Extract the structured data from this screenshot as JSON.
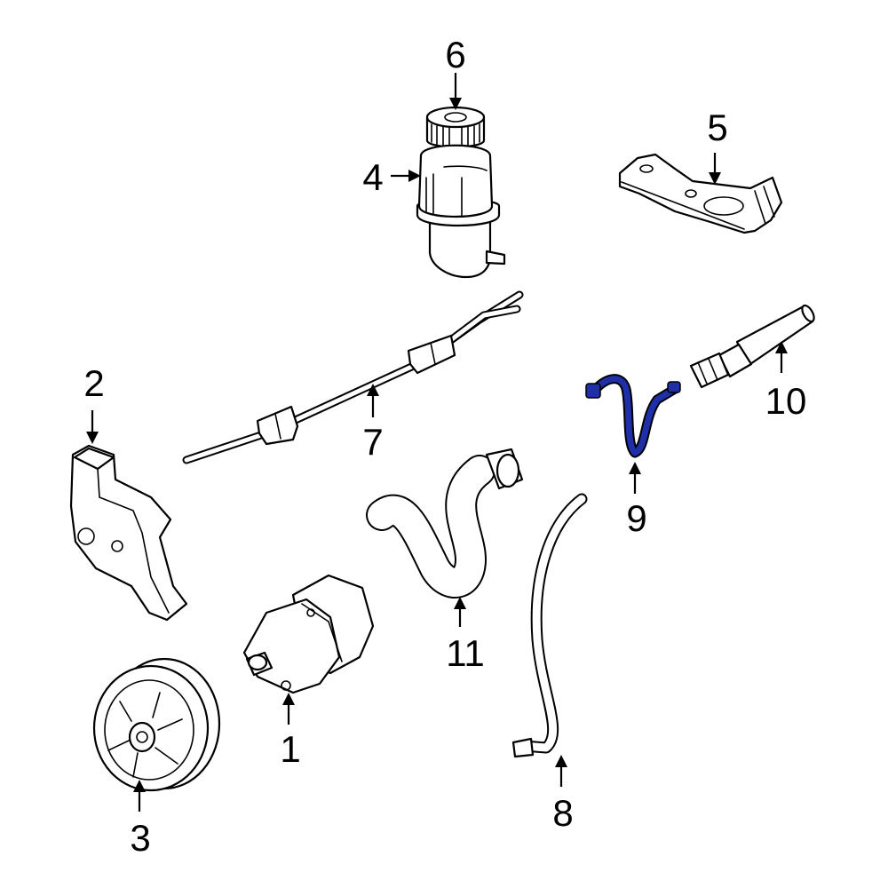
{
  "callouts": {
    "c1": "1",
    "c2": "2",
    "c3": "3",
    "c4": "4",
    "c5": "5",
    "c6": "6",
    "c7": "7",
    "c8": "8",
    "c9": "9",
    "c10": "10",
    "c11": "11"
  },
  "colors": {
    "highlight": "#1f2fa8",
    "line": "#000000",
    "background": "#ffffff"
  }
}
